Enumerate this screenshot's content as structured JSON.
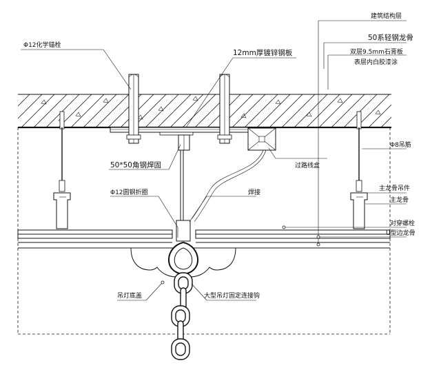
{
  "labels": {
    "building_structure": "建筑结构层",
    "keel_50": "50系轻钢龙骨",
    "gypsum_board": "双层9.5mm石膏板",
    "paint": "表层内白胶漆涂",
    "chem_anchor": "Φ12化学锚栓",
    "steel_plate": "12mm厚镀锌钢板",
    "angle_steel": "50*50角钢焊固",
    "junction_box": "过路线盒",
    "round_steel": "Φ12圆钢折圈",
    "weld": "焊接",
    "hanger_rod": "Φ8吊筋",
    "main_keel_hanger": "主龙骨吊件",
    "main_keel": "主龙骨",
    "bolt": "对穿螺栓",
    "u_edge": "U型边龙骨",
    "lamp_cover": "吊灯底盖",
    "lamp_hook": "大型吊灯固定连接钩"
  }
}
